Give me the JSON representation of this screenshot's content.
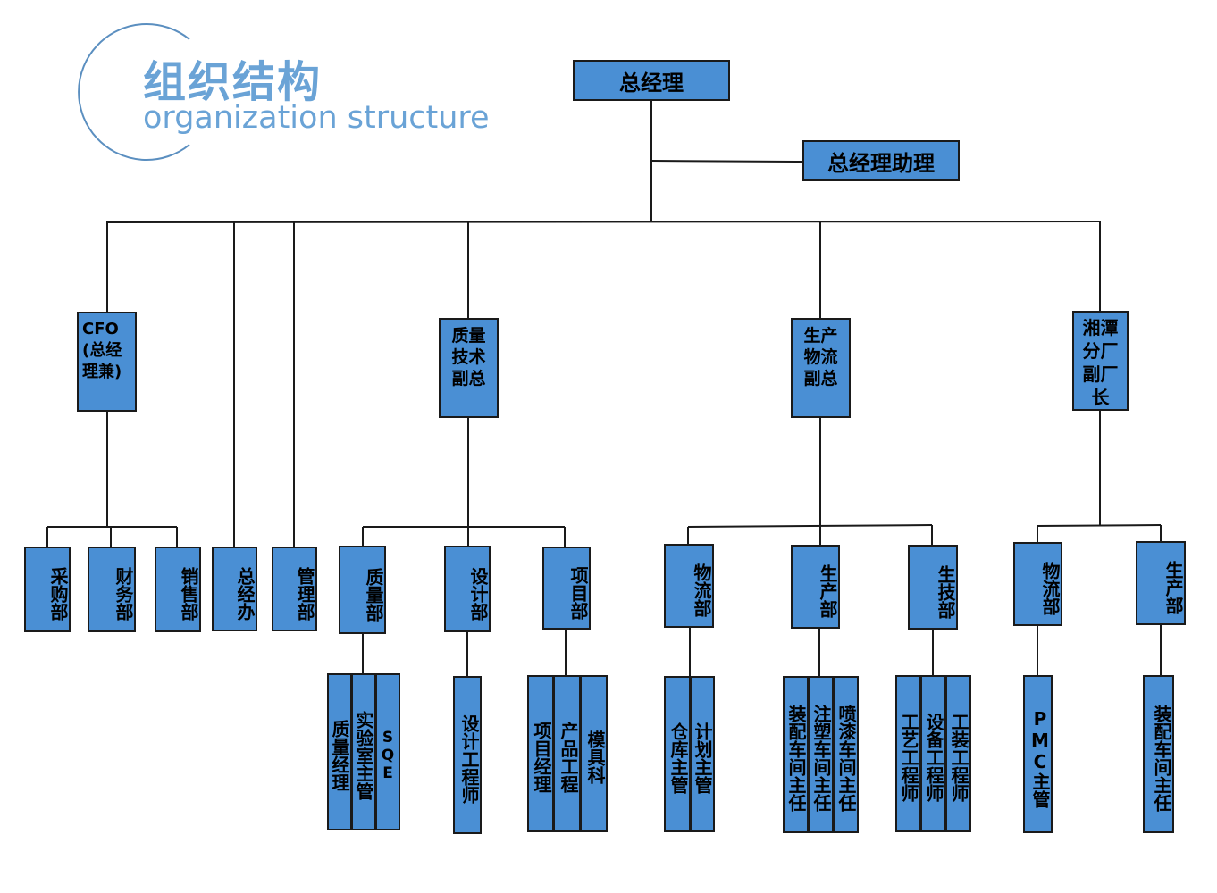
{
  "header": {
    "title_cn": "组织结构",
    "title_en": "organization structure"
  },
  "colors": {
    "box_fill": "#4a8fd4",
    "title": "#6aa3d6",
    "line": "#1a1a1a"
  },
  "top": {
    "gm": "总经理",
    "assistant": "总经理助理"
  },
  "level1": {
    "cfo": "CFO(总经理兼)",
    "gm_office": "总经办",
    "mgmt": "管理部",
    "quality_vp": "质量技术副总",
    "prod_vp": "生产物流副总",
    "xiangtan": "湘潭分厂副厂长"
  },
  "level2": {
    "purchase": "采购部",
    "finance": "财务部",
    "sales": "销售部",
    "quality": "质量部",
    "design": "设计部",
    "project": "项目部",
    "logistics": "物流部",
    "production": "生产部",
    "prodtech": "生技部",
    "xt_logistics": "物流部",
    "xt_production": "生产部"
  },
  "level3": {
    "q_manager": "质量经理",
    "lab_supervisor": "实验室主管",
    "sqe": "SQE",
    "design_engineer": "设计工程师",
    "project_manager": "项目经理",
    "product_engineer": "产品工程",
    "mold": "模具科",
    "warehouse": "仓库主管",
    "planning": "计划主管",
    "assembly": "装配车间主任",
    "injection": "注塑车间主任",
    "painting": "喷漆车间主任",
    "process_eng": "工艺工程师",
    "equipment_eng": "设备工程师",
    "tooling_eng": "工装工程师",
    "pmc": "PMC主管",
    "xt_assembly": "装配车间主任"
  }
}
